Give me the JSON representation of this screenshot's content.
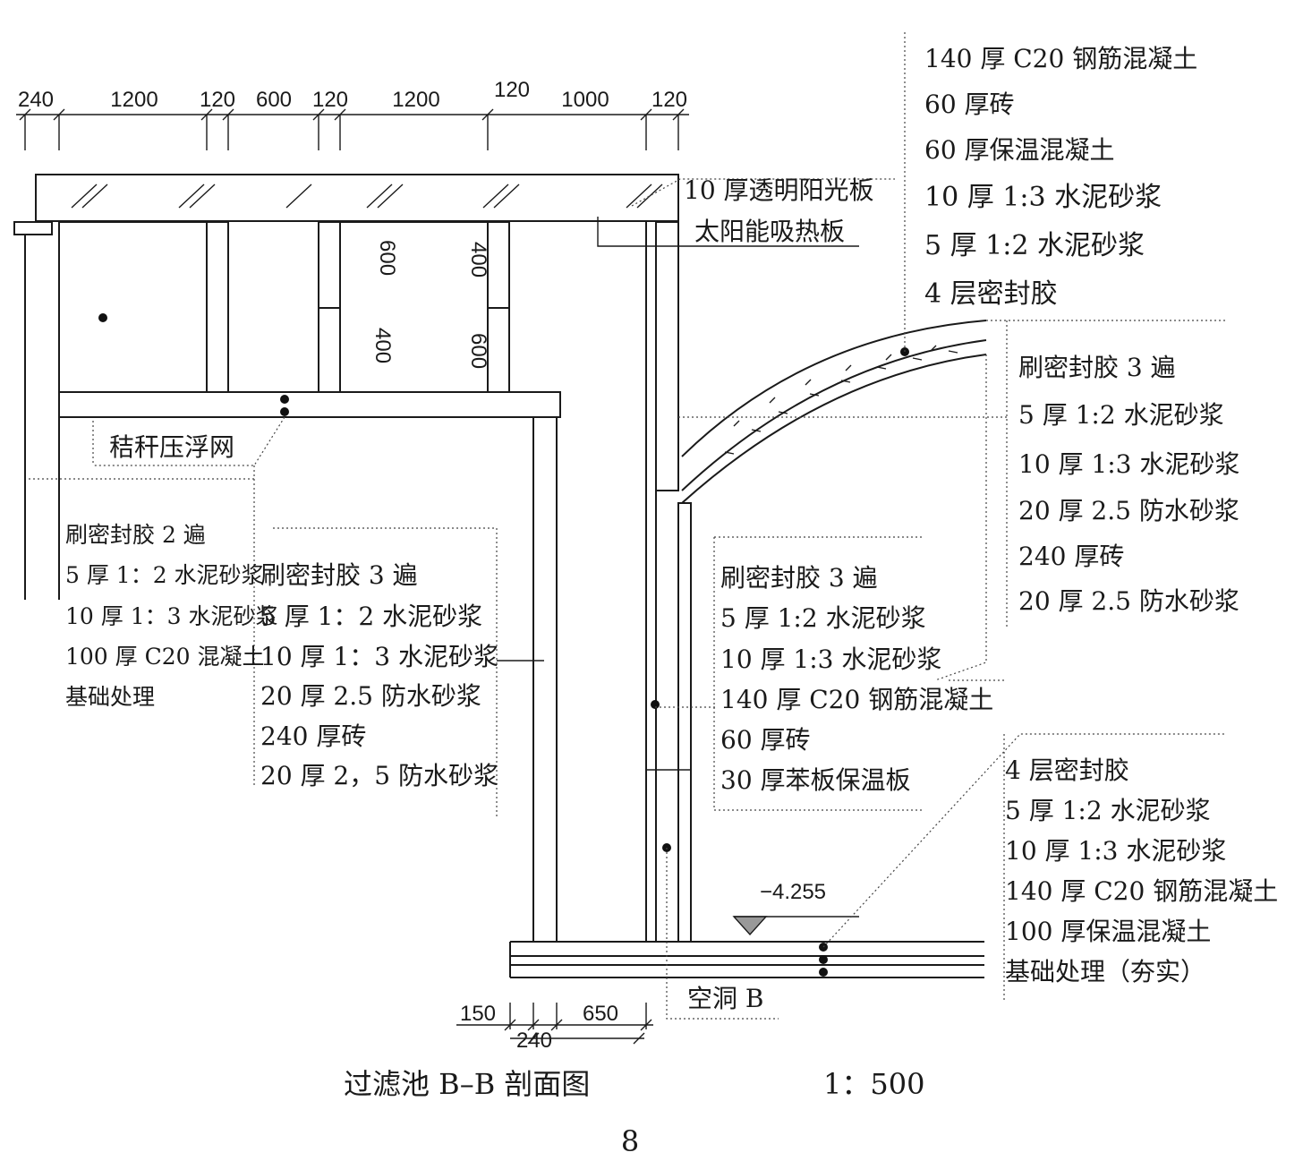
{
  "dimensions_top": [
    "240",
    "1200",
    "120",
    "600",
    "120",
    "1200",
    "120",
    "1000",
    "120"
  ],
  "dimensions_bottom": [
    "150",
    "650",
    "240"
  ],
  "inner_dims": [
    "600",
    "400",
    "400",
    "600"
  ],
  "elevation": "−4.255",
  "labels": {
    "sun_panel": "10 厚透明阳光板",
    "absorber": "太阳能吸热板",
    "straw_net": "秸秆压浮网",
    "cavity": "空洞 B"
  },
  "notes": {
    "roof": [
      "140 厚 C20 钢筋混凝土",
      "60 厚砖",
      "60 厚保温混凝土",
      "10 厚 1:3 水泥砂浆",
      "5 厚 1:2 水泥砂浆",
      "4 层密封胶"
    ],
    "arch_inner": [
      "刷密封胶 3 遍",
      "5 厚 1:2 水泥砂浆",
      "10 厚 1:3 水泥砂浆",
      "20 厚 2.5 防水砂浆",
      "240 厚砖",
      "20 厚 2.5 防水砂浆"
    ],
    "left_base": [
      "刷密封胶 2 遍",
      "5 厚 1：2 水泥砂浆",
      "10 厚 1：3 水泥砂浆",
      "100 厚 C20 混凝土",
      "基础处理"
    ],
    "mid_wall": [
      "刷密封胶 3 遍",
      "5 厚 1：2 水泥砂浆",
      "10 厚 1：3 水泥砂浆",
      "20 厚 2.5 防水砂浆",
      "240 厚砖",
      "20 厚 2，5 防水砂浆"
    ],
    "right_wall": [
      "刷密封胶 3 遍",
      "5 厚 1:2 水泥砂浆",
      "10 厚 1:3 水泥砂浆",
      "140 厚 C20 钢筋混凝土",
      "60 厚砖",
      "30 厚苯板保温板"
    ],
    "floor": [
      "4 层密封胶",
      "5 厚 1:2 水泥砂浆",
      "10 厚 1:3 水泥砂浆",
      "140 厚 C20 钢筋混凝土",
      "100 厚保温混凝土",
      "基础处理（夯实）"
    ]
  },
  "caption": {
    "title": "过滤池 B–B 剖面图",
    "scale": "1：500"
  },
  "page_number": "8"
}
